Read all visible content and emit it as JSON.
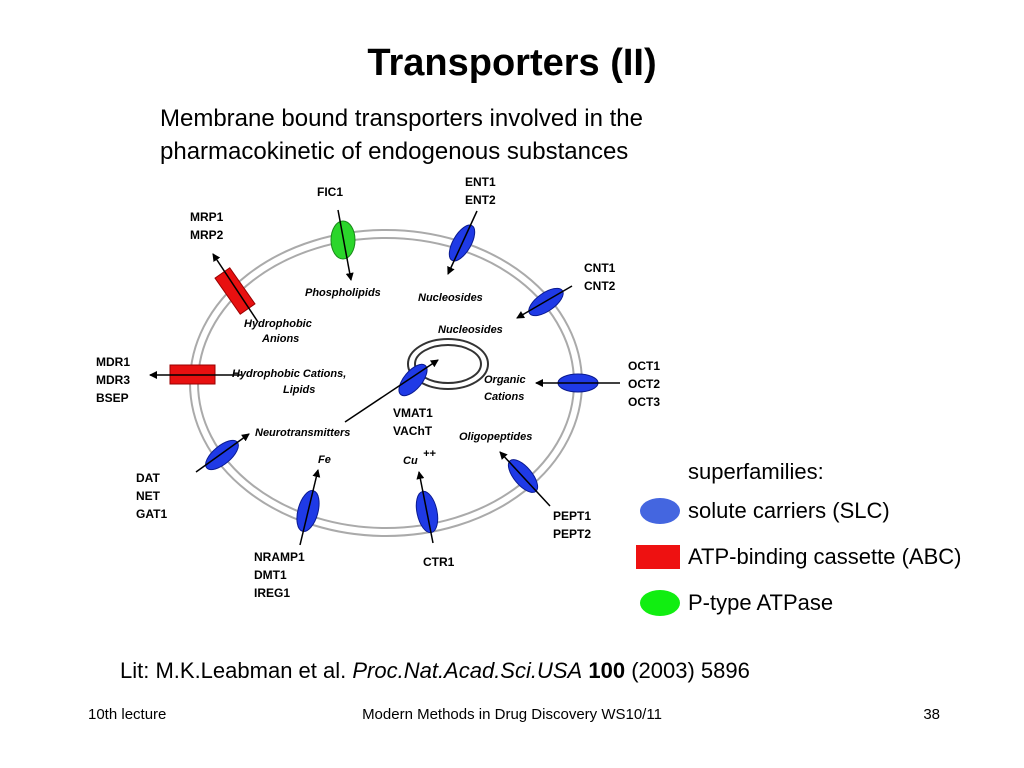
{
  "title": "Transporters (II)",
  "subtitle": {
    "line1": "Membrane bound transporters involved in the",
    "line2": "pharmacokinetic of endogenous substances"
  },
  "diagram": {
    "colors": {
      "slc": "#1f3ae6",
      "abc": "#e81010",
      "ptype": "#2bd62b"
    },
    "transporters": {
      "fic": [
        "FIC1"
      ],
      "ent": [
        "ENT1",
        "ENT2"
      ],
      "cnt": [
        "CNT1",
        "CNT2"
      ],
      "oct": [
        "OCT1",
        "OCT2",
        "OCT3"
      ],
      "pept": [
        "PEPT1",
        "PEPT2"
      ],
      "ctr": [
        "CTR1"
      ],
      "nramp": [
        "NRAMP1",
        "DMT1",
        "IREG1"
      ],
      "dat": [
        "DAT",
        "NET",
        "GAT1"
      ],
      "mdr": [
        "MDR1",
        "MDR3",
        "BSEP"
      ],
      "mrp": [
        "MRP1",
        "MRP2"
      ],
      "vmat": [
        "VMAT1",
        "VAChT"
      ]
    },
    "substrates": {
      "phospholipids": "Phospholipids",
      "nucleosides_ent": "Nucleosides",
      "nucleosides_cnt": "Nucleosides",
      "organic_cations": [
        "Organic",
        "Cations"
      ],
      "oligopeptides": "Oligopeptides",
      "cu": "Cu",
      "cu_charge": "++",
      "fe": "Fe",
      "neurotransmitters": "Neurotransmitters",
      "hydrophobic_cations": [
        "Hydrophobic Cations,",
        "Lipids"
      ],
      "hydrophobic_anions": [
        "Hydrophobic",
        "Anions"
      ]
    }
  },
  "legend": {
    "heading": "superfamilies:",
    "items": [
      {
        "label": "solute carriers (SLC)",
        "color": "#4466e0"
      },
      {
        "label": "ATP-binding cassette (ABC)",
        "color": "#ee1111"
      },
      {
        "label": "P-type ATPase",
        "color": "#11ee11"
      }
    ]
  },
  "citation": {
    "prefix": "Lit: M.K.Leabman et al.",
    "journal": "Proc.Nat.Acad.Sci.USA",
    "volume": "100",
    "suffix": "(2003) 5896"
  },
  "footer": {
    "left": "10th lecture",
    "center": "Modern Methods in Drug Discovery WS10/11",
    "right": "38"
  }
}
